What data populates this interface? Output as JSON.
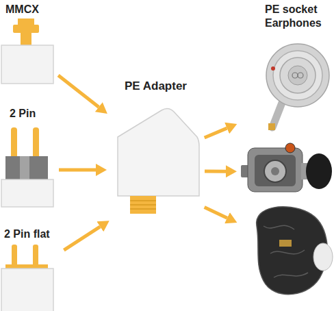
{
  "diagram": {
    "nodes": [
      {
        "text": [
          "MMCX"
        ]
      },
      {
        "text": [
          "2 Pin"
        ]
      },
      {
        "text": [
          "2 Pin flat"
        ]
      },
      {
        "text": [
          "PE Adapter"
        ]
      },
      {
        "text": [
          "PE socket Earphones"
        ]
      }
    ],
    "edges": [
      {
        "from": 0,
        "to": 3,
        "arrow": "to"
      },
      {
        "from": 1,
        "to": 3,
        "arrow": "to"
      },
      {
        "from": 2,
        "to": 3,
        "arrow": "to"
      },
      {
        "from": 3,
        "to": 4,
        "arrow": "to"
      },
      {
        "from": 3,
        "to": 4,
        "arrow": "to"
      },
      {
        "from": 3,
        "to": 4,
        "arrow": "to"
      }
    ]
  }
}
